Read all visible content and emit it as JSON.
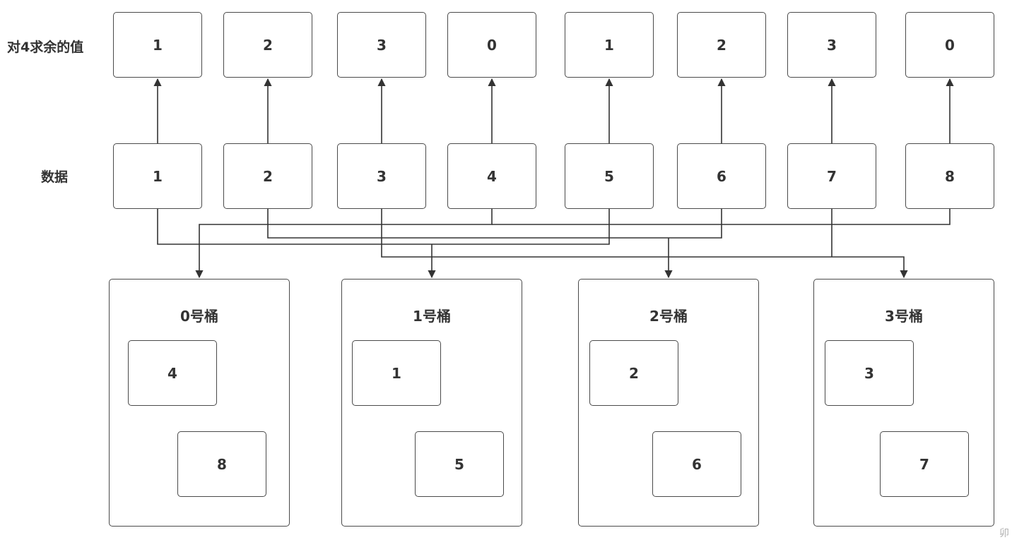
{
  "labels": {
    "mod_row": "对4求余的值",
    "data_row": "数据"
  },
  "mod_values": [
    "1",
    "2",
    "3",
    "0",
    "1",
    "2",
    "3",
    "0"
  ],
  "data_values": [
    "1",
    "2",
    "3",
    "4",
    "5",
    "6",
    "7",
    "8"
  ],
  "buckets": [
    {
      "title": "0号桶",
      "items": [
        "4",
        "8"
      ]
    },
    {
      "title": "1号桶",
      "items": [
        "1",
        "5"
      ]
    },
    {
      "title": "2号桶",
      "items": [
        "2",
        "6"
      ]
    },
    {
      "title": "3号桶",
      "items": [
        "3",
        "7"
      ]
    }
  ],
  "watermark": "卯"
}
